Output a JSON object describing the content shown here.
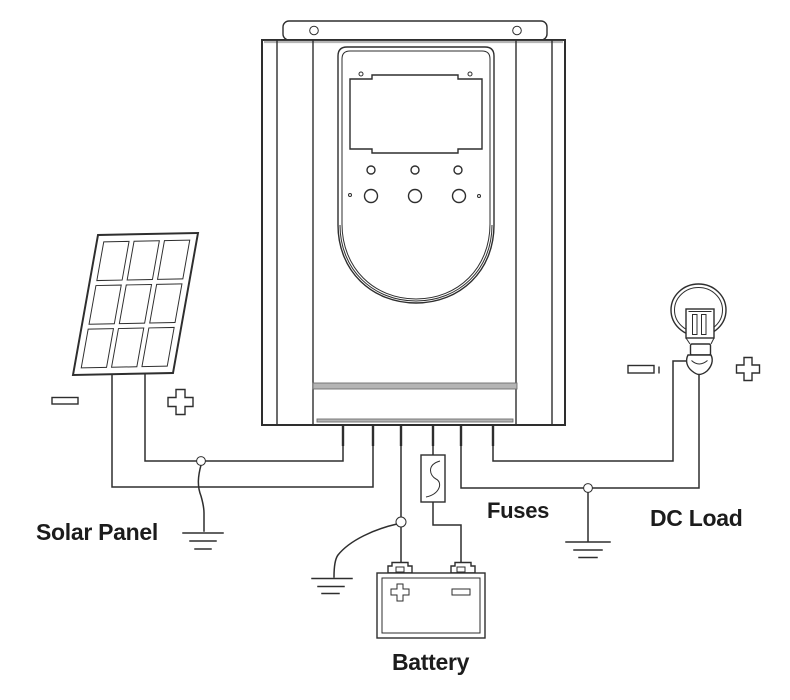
{
  "diagram": {
    "labels": {
      "solar_panel": "Solar Panel",
      "fuses": "Fuses",
      "dc_load": "DC Load",
      "battery": "Battery"
    },
    "components": [
      {
        "id": "solar-panel",
        "label": "Solar Panel"
      },
      {
        "id": "charge-controller",
        "label": ""
      },
      {
        "id": "fuse",
        "label": "Fuses"
      },
      {
        "id": "battery",
        "label": "Battery"
      },
      {
        "id": "dc-load-bulb",
        "label": "DC Load"
      },
      {
        "id": "ground-symbol",
        "count": 3
      }
    ],
    "polarity_markers": {
      "solar_panel": [
        "-",
        "+"
      ],
      "dc_load": [
        "-",
        "+"
      ],
      "battery": [
        "+",
        "-"
      ]
    },
    "colors": {
      "background": "#ffffff",
      "line": "#2e2e2e",
      "line_soft": "#6e6e6e",
      "panel_band": "#b5b5b5",
      "text": "#1c1c1c"
    }
  }
}
